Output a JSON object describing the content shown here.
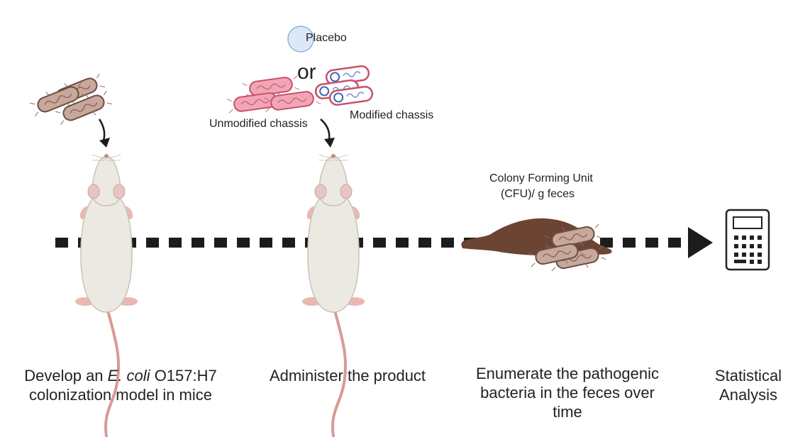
{
  "labels": {
    "placebo": "Placebo",
    "or": "or",
    "unmodified_chassis": "Unmodified chassis",
    "modified_chassis": "Modified chassis",
    "cfu_line1": "Colony Forming Unit",
    "cfu_line2": "(CFU)/ g feces"
  },
  "steps": [
    {
      "line1_pre": "Develop an ",
      "line1_em": "E. coli",
      "line1_post": " O157:H7",
      "line2": "colonization model in mice"
    },
    {
      "line1": "Administer the product"
    },
    {
      "line1": "Enumerate the pathogenic",
      "line2": "bacteria in the feces over",
      "line3": "time"
    },
    {
      "line1": "Statistical",
      "line2": "Analysis"
    }
  ],
  "icons": {
    "bacteria": "bacteria-icon",
    "mouse": "mouse-icon",
    "feces": "feces-icon",
    "calculator": "calculator-icon",
    "arrow": "arrow-icon",
    "placebo": "placebo-droplet-icon"
  },
  "colors": {
    "pathogen_fill": "#c9a89c",
    "pathogen_stroke": "#6b4e43",
    "unmodified_fill": "#f1a6b6",
    "unmodified_stroke": "#c8506a",
    "modified_stroke": "#c8506a",
    "modified_inner": "#3a64b8",
    "placebo_fill": "#dbe9f7",
    "placebo_stroke": "#8fb3d9",
    "feces": "#6b4433",
    "timeline": "#1c1c1c",
    "mouse_body": "#ece8e2",
    "mouse_tail": "#d99a93"
  }
}
